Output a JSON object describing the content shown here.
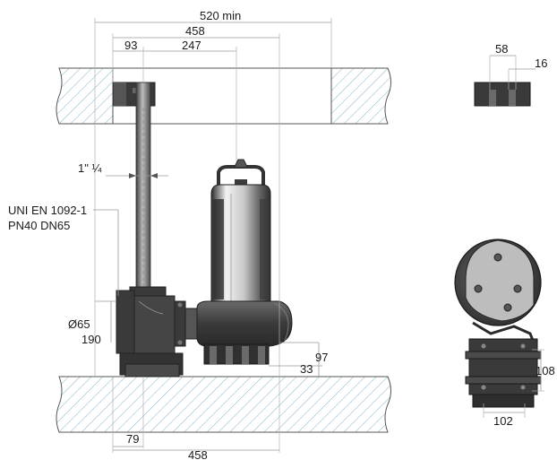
{
  "dimensions": {
    "min_clearance": "520  min",
    "overall_width_top": "458",
    "pipe_offset": "93",
    "pump_axis_offset": "247",
    "pipe_size": "1\" ¼",
    "flange_standard_line1": "UNI EN 1092-1",
    "flange_standard_line2": "PN40 DN65",
    "flange_diameter": "Ø65",
    "outlet_height": "190",
    "foot_height": "97",
    "base_clearance": "33",
    "base_offset": "79",
    "overall_width_bottom": "458",
    "bracket_width": "58",
    "bracket_slot": "16",
    "foot_height_side": "108",
    "foot_width_side": "102"
  },
  "colors": {
    "hatch": "#7fb8c8",
    "metal_dark": "#3a3a3a",
    "metal_light": "#d8d8d8",
    "dimension_line": "#9a9a9a"
  }
}
